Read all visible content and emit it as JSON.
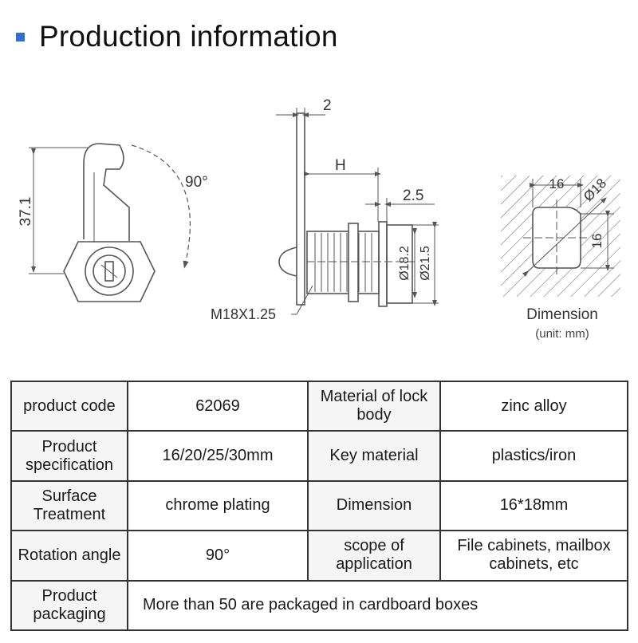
{
  "header": {
    "title": "Production information"
  },
  "drawing": {
    "left_dim_height": "37.1",
    "rotation_angle": "90°",
    "side_dim_thickness": "2",
    "side_dim_h": "H",
    "side_dim_offset": "2.5",
    "side_dim_d1": "Ø18.2",
    "side_dim_d2": "Ø21.5",
    "thread_spec": "M18X1.25",
    "cutout_width": "16",
    "cutout_height": "16",
    "cutout_diameter": "Ø18",
    "caption": "Dimension",
    "caption_unit": "(unit: mm)"
  },
  "specs": {
    "rows": [
      {
        "l1": "product code",
        "v1": "62069",
        "l2": "Material of lock body",
        "v2": "zinc alloy"
      },
      {
        "l1": "Product specification",
        "v1": "16/20/25/30mm",
        "l2": "Key material",
        "v2": "plastics/iron"
      },
      {
        "l1": "Surface Treatment",
        "v1": "chrome plating",
        "l2": "Dimension",
        "v2": "16*18mm"
      },
      {
        "l1": "Rotation angle",
        "v1": "90°",
        "l2": "scope of application",
        "v2": "File cabinets, mailbox cabinets, etc"
      }
    ],
    "last_row": {
      "l1": "Product packaging",
      "v1": "More than 50 are packaged in cardboard boxes"
    }
  }
}
